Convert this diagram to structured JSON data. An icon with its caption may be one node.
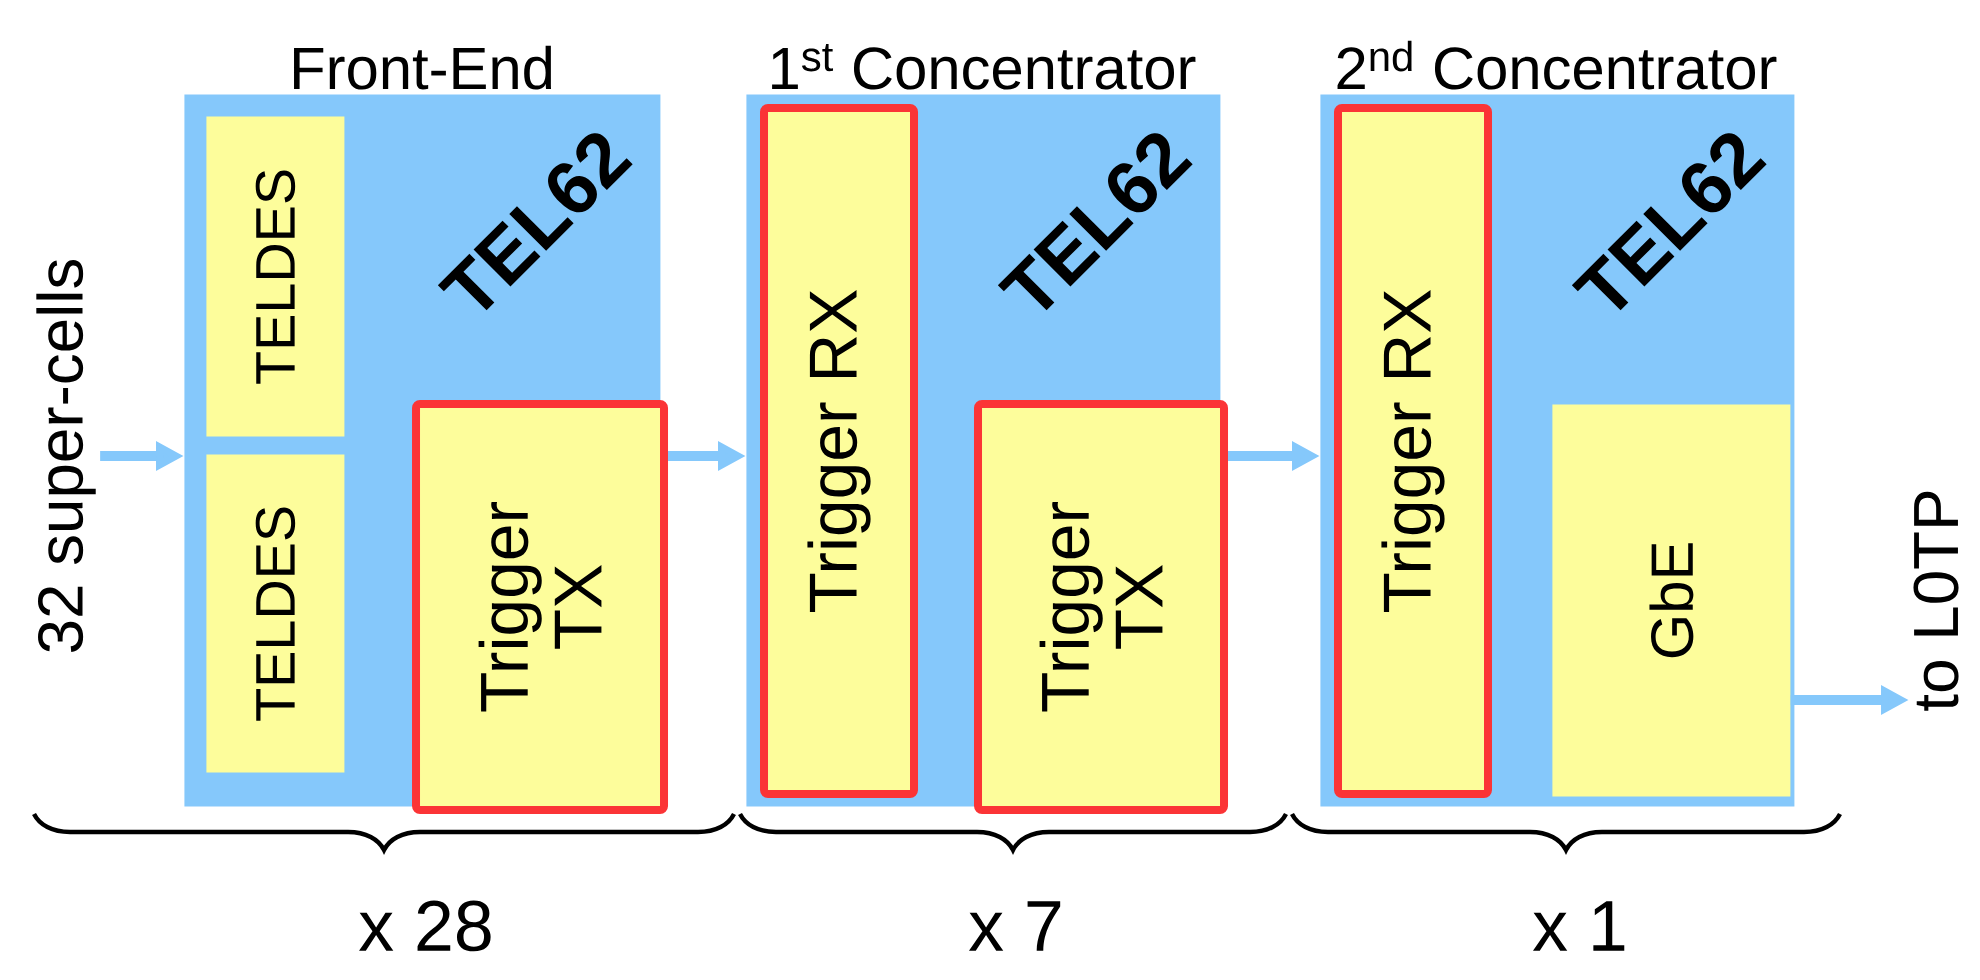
{
  "diagram": {
    "nodes": [
      {
        "text": [
          "Front-End",
          "TEL62"
        ]
      },
      {
        "text": [
          "TELDES"
        ],
        "in": 0
      },
      {
        "text": [
          "TELDES"
        ],
        "in": 0
      },
      {
        "text": [
          "Trigger TX"
        ],
        "in": 0
      },
      {
        "text": [
          "1$^{st}$ Concentrator",
          "TEL62"
        ]
      },
      {
        "text": [
          "Trigger RX"
        ],
        "in": 4
      },
      {
        "text": [
          "Trigger TX"
        ],
        "in": 4
      },
      {
        "text": [
          "2$^{nd}$ Concentrator",
          "TEL62"
        ]
      },
      {
        "text": [
          "Trigger RX"
        ],
        "in": 7
      },
      {
        "text": [
          "GbE"
        ],
        "in": 7
      },
      {
        "text": [
          "32 super-cells"
        ]
      },
      {
        "text": [
          "to L0TP"
        ]
      }
    ],
    "edges": [
      {
        "from": 10,
        "to": 0,
        "arrow": "to"
      },
      {
        "from": 3,
        "to": 4,
        "arrow": "to"
      },
      {
        "from": 6,
        "to": 7,
        "arrow": "to"
      },
      {
        "from": 9,
        "to": 11,
        "arrow": "to"
      }
    ],
    "labels": [
      "x 28",
      "x 7",
      "x 1"
    ]
  }
}
